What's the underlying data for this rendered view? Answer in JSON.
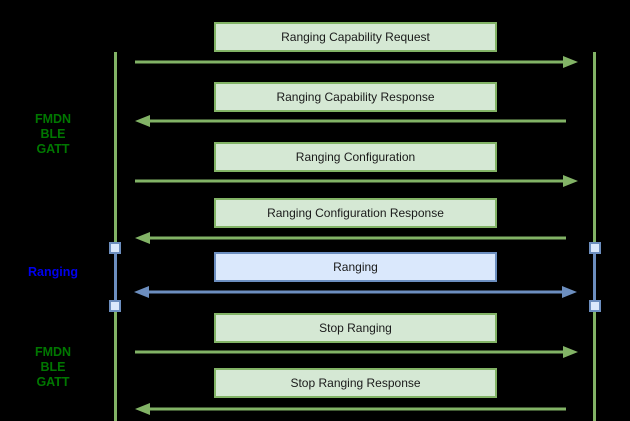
{
  "diagram": {
    "title_hint": "FMDN BLE GATT Ranging sequence diagram",
    "side_labels": [
      {
        "id": "fmdn-ble-gatt-top",
        "text": "FMDN\nBLE\nGATT",
        "color": "#007700"
      },
      {
        "id": "ranging",
        "text": "Ranging",
        "color": "#0000EE"
      },
      {
        "id": "fmdn-ble-gatt-bottom",
        "text": "FMDN\nBLE\nGATT",
        "color": "#007700"
      }
    ],
    "messages": [
      {
        "label": "Ranging Capability Request",
        "direction": "right",
        "style": "green"
      },
      {
        "label": "Ranging Capability Response",
        "direction": "left",
        "style": "green"
      },
      {
        "label": "Ranging Configuration",
        "direction": "right",
        "style": "green"
      },
      {
        "label": "Ranging Configuration Response",
        "direction": "left",
        "style": "green"
      },
      {
        "label": "Ranging",
        "direction": "both",
        "style": "blue"
      },
      {
        "label": "Stop Ranging",
        "direction": "right",
        "style": "green"
      },
      {
        "label": "Stop Ranging Response",
        "direction": "left",
        "style": "green"
      }
    ],
    "colors": {
      "background": "#000000",
      "green_fill": "#d5e8d4",
      "green_stroke": "#82b366",
      "blue_fill": "#dae8fc",
      "blue_stroke": "#6c8ebf",
      "green_label_text": "#007700",
      "blue_label_text": "#0000EE",
      "box_text": "#1a1a1a"
    }
  }
}
